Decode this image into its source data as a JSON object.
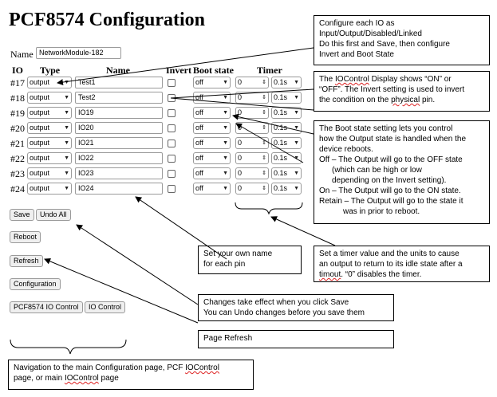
{
  "page": {
    "title": "PCF8574 Configuration"
  },
  "module": {
    "name_label": "Name",
    "name_value": "NetworkModule-182"
  },
  "headers": {
    "io": "IO",
    "type": "Type",
    "name": "Name",
    "invert": "Invert",
    "boot": "Boot state",
    "timer": "Timer"
  },
  "rows": [
    {
      "io": "#17",
      "type": "output",
      "name": "Test1",
      "invert": false,
      "boot": "off",
      "timer_value": "0",
      "timer_unit": "0.1s"
    },
    {
      "io": "#18",
      "type": "output",
      "name": "Test2",
      "invert": false,
      "boot": "off",
      "timer_value": "0",
      "timer_unit": "0.1s"
    },
    {
      "io": "#19",
      "type": "output",
      "name": "IO19",
      "invert": false,
      "boot": "off",
      "timer_value": "0",
      "timer_unit": "0.1s"
    },
    {
      "io": "#20",
      "type": "output",
      "name": "IO20",
      "invert": false,
      "boot": "off",
      "timer_value": "0",
      "timer_unit": "0.1s"
    },
    {
      "io": "#21",
      "type": "output",
      "name": "IO21",
      "invert": false,
      "boot": "off",
      "timer_value": "0",
      "timer_unit": "0.1s"
    },
    {
      "io": "#22",
      "type": "output",
      "name": "IO22",
      "invert": false,
      "boot": "off",
      "timer_value": "0",
      "timer_unit": "0.1s"
    },
    {
      "io": "#23",
      "type": "output",
      "name": "IO23",
      "invert": false,
      "boot": "off",
      "timer_value": "0",
      "timer_unit": "0.1s"
    },
    {
      "io": "#24",
      "type": "output",
      "name": "IO24",
      "invert": false,
      "boot": "off",
      "timer_value": "0",
      "timer_unit": "0.1s"
    }
  ],
  "buttons": {
    "save": "Save",
    "undo_all": "Undo All",
    "reboot": "Reboot",
    "refresh": "Refresh",
    "configuration": "Configuration",
    "pcf_io_control": "PCF8574 IO Control",
    "io_control": "IO Control"
  },
  "notes": {
    "configure": [
      "Configure each IO as",
      "Input/Output/Disabled/Linked",
      "Do this first and Save, then configure",
      "Invert and Boot State"
    ],
    "iocontrol_pre": "The ",
    "iocontrol_word": "IOControl",
    "iocontrol_post": " Display shows “ON” or",
    "iocontrol_line2": "“OFF”. The Invert setting is used to invert",
    "iocontrol_line3_pre": "the condition on the ",
    "iocontrol_line3_word": "physical",
    "iocontrol_line3_post": " pin.",
    "boot": [
      "The Boot state setting lets you control",
      "how the Output state is handled when the",
      "device reboots.",
      "Off – The Output will go to the OFF state",
      "(which can be high or  low",
      "depending on the Invert setting).",
      "On – The Output will go to the ON state.",
      "Retain – The Output will go to the state it",
      "was in prior to reboot."
    ],
    "name": [
      "Set your own name",
      "for each pin"
    ],
    "timer_line1": "Set a timer value and the units to cause",
    "timer_line2": "an output to return to its idle state after a",
    "timer_line3_word": "timout",
    "timer_line3_post": ". “0” disables the timer.",
    "save": [
      "Changes take effect when you click Save",
      "You can Undo changes before you save them"
    ],
    "refresh": "Page Refresh",
    "nav_line1_pre": "Navigation to the main Configuration page, PCF ",
    "nav_word": "IOControl",
    "nav_line2_pre": "page, or main ",
    "nav_line2_post": " page"
  }
}
